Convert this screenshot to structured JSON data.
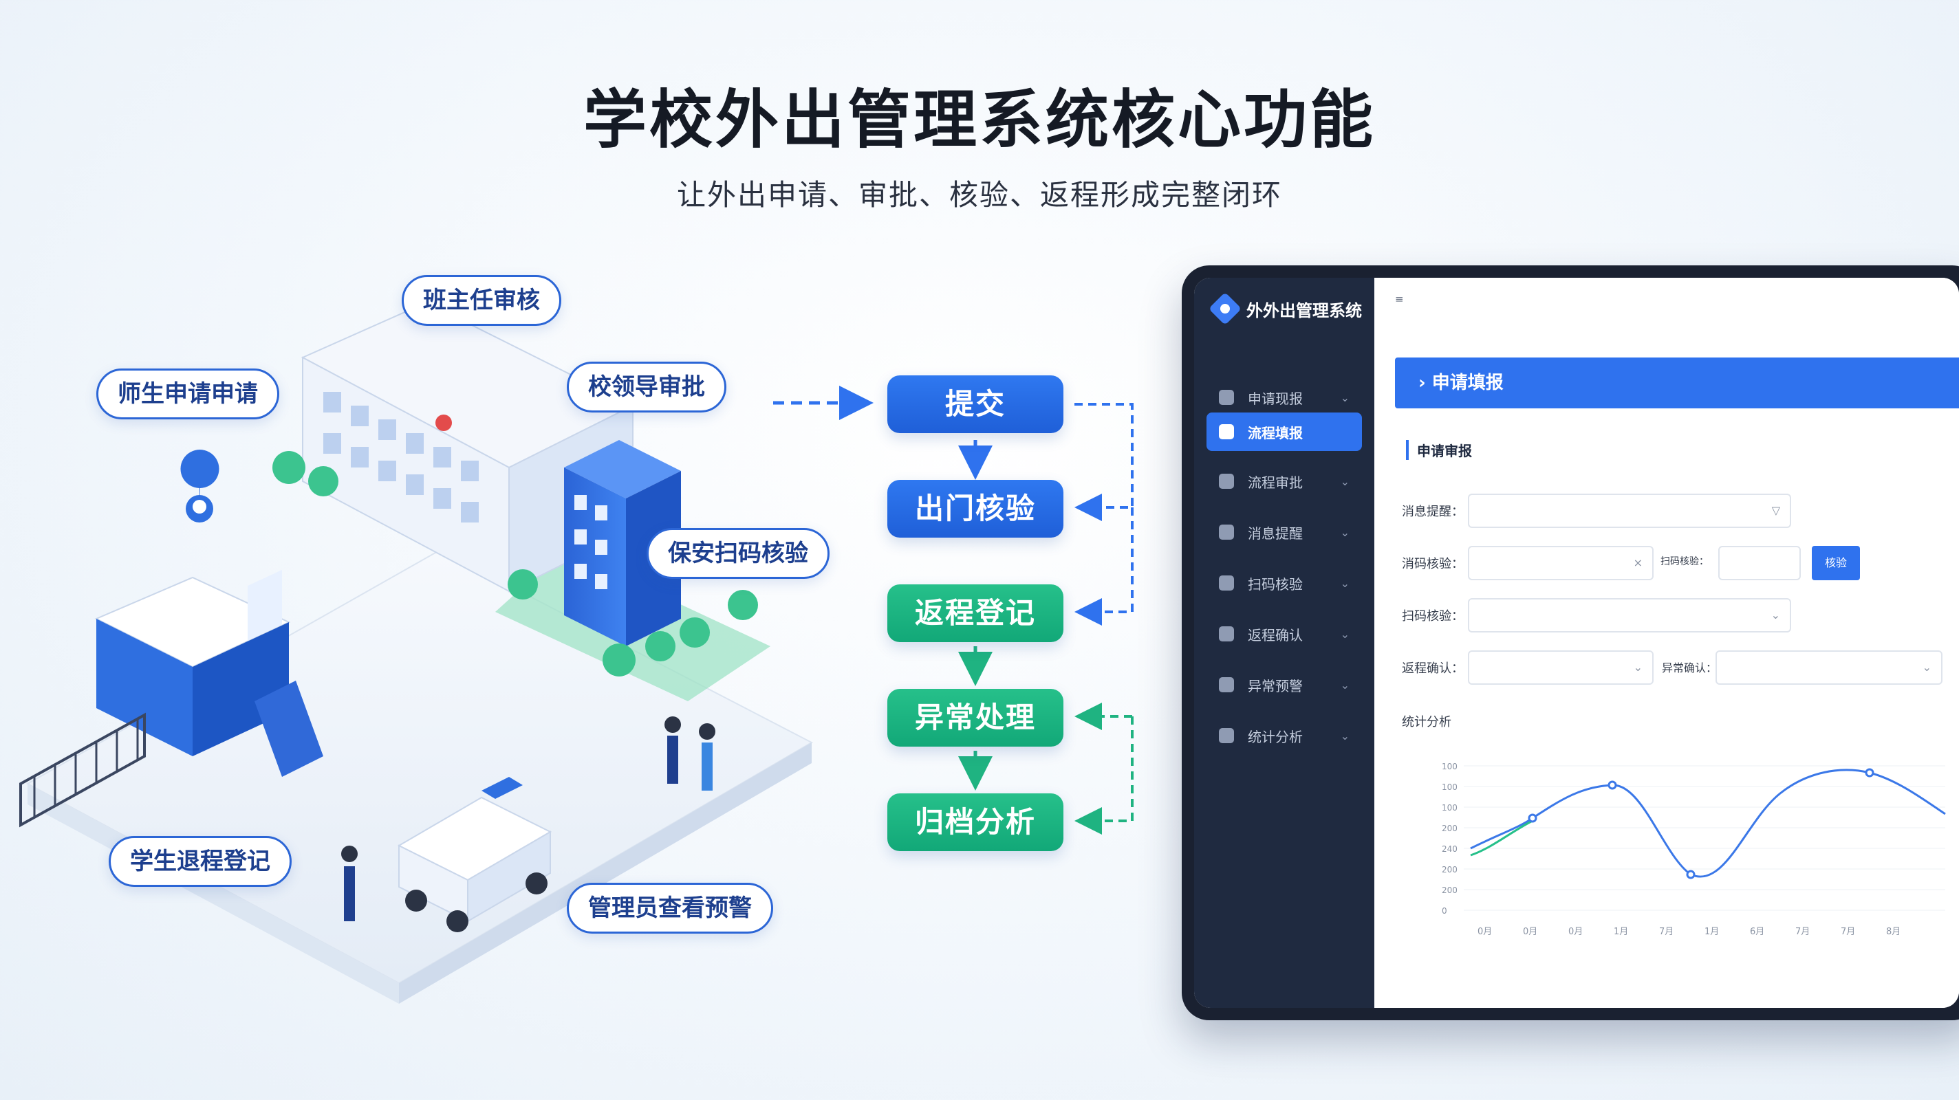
{
  "page": {
    "title": "学校外出管理系统核心功能",
    "subtitle": "让外出申请、审批、核验、返程形成完整闭环"
  },
  "callouts": [
    {
      "id": "teacher-student-apply",
      "label": "师生申请申请"
    },
    {
      "id": "head-teacher-review",
      "label": "班主任审核"
    },
    {
      "id": "leader-approve",
      "label": "校领导审批"
    },
    {
      "id": "guard-scan",
      "label": "保安扫码核验"
    },
    {
      "id": "student-return",
      "label": "学生退程登记"
    },
    {
      "id": "admin-alert",
      "label": "管理员查看预警"
    }
  ],
  "flow": {
    "steps": [
      {
        "label": "提交",
        "color": "#2f78f0"
      },
      {
        "label": "出门核验",
        "color": "#2f78f0"
      },
      {
        "label": "返程登记",
        "color": "#26c08a"
      },
      {
        "label": "异常处理",
        "color": "#26c08a"
      },
      {
        "label": "归档分析",
        "color": "#26c08a"
      }
    ]
  },
  "app": {
    "brand": "外外出管理系统",
    "menu": [
      {
        "label": "申请现报",
        "icon": "home-icon",
        "active": false
      },
      {
        "label": "流程填报",
        "icon": "document-icon",
        "active": true
      },
      {
        "label": "流程审批",
        "icon": "clipboard-icon",
        "active": false
      },
      {
        "label": "消息提醒",
        "icon": "user-icon",
        "active": false
      },
      {
        "label": "扫码核验",
        "icon": "scan-icon",
        "active": false
      },
      {
        "label": "返程确认",
        "icon": "gear-icon",
        "active": false
      },
      {
        "label": "异常预警",
        "icon": "user-alert-icon",
        "active": false
      },
      {
        "label": "统计分析",
        "icon": "chart-icon",
        "active": false
      }
    ],
    "breadcrumb": "≡",
    "banner": "› 申请填报",
    "section_title": "申请审报",
    "form": {
      "row1": {
        "label": "消息提醒：",
        "value": "",
        "caret": "▽"
      },
      "row2": {
        "label": "消码核验：",
        "value": "",
        "caret": "×",
        "label2": "扫码核验：",
        "value2": "",
        "button": "核验"
      },
      "row3": {
        "label": "扫码核验：",
        "value": "",
        "caret": "⌄"
      },
      "row4": {
        "label": "返程确认：",
        "value": "",
        "caret": "⌄",
        "label2": "异常确认：",
        "value2": "",
        "caret2": "⌄"
      },
      "row5": {
        "label": "统计分析"
      }
    },
    "chart": {
      "y_ticks": [
        "100",
        "100",
        "100",
        "200",
        "240",
        "200",
        "200",
        "0"
      ],
      "x_ticks": [
        "0月",
        "0月",
        "0月",
        "1月",
        "7月",
        "1月",
        "6月",
        "7月",
        "7月",
        "8月"
      ]
    }
  },
  "colors": {
    "accent_blue": "#2f72ee",
    "accent_green": "#26c08a",
    "sidebar": "#1f2a40",
    "device_frame": "#1a2131"
  }
}
